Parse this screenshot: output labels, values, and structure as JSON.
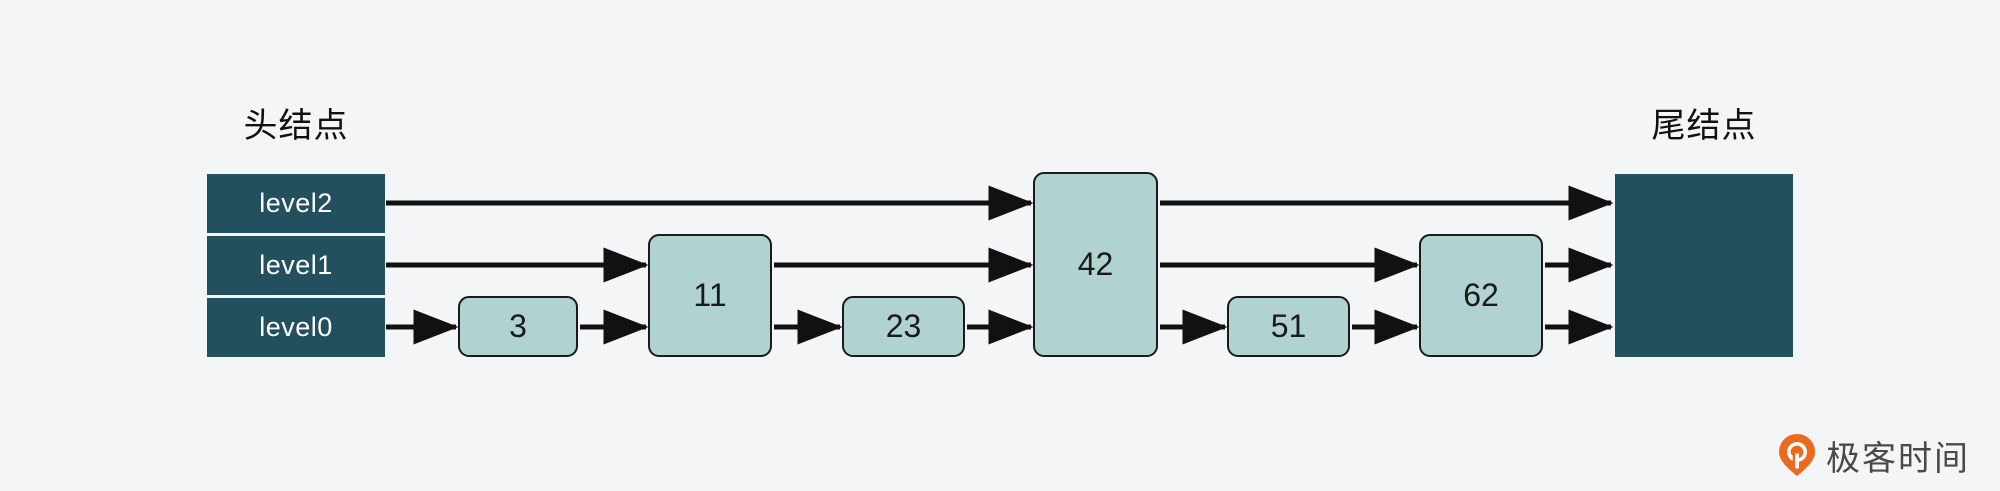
{
  "diagram": {
    "title_head": "头结点",
    "title_tail": "尾结点",
    "head_levels": [
      {
        "label": "level2"
      },
      {
        "label": "level1"
      },
      {
        "label": "level0"
      }
    ],
    "nodes": [
      {
        "value": "3",
        "levels": 1
      },
      {
        "value": "11",
        "levels": 2
      },
      {
        "value": "23",
        "levels": 1
      },
      {
        "value": "42",
        "levels": 3
      },
      {
        "value": "51",
        "levels": 1
      },
      {
        "value": "62",
        "levels": 2
      }
    ],
    "chains": {
      "level2": [
        "头结点",
        "42",
        "尾结点"
      ],
      "level1": [
        "头结点",
        "11",
        "42",
        "62",
        "尾结点"
      ],
      "level0": [
        "头结点",
        "3",
        "11",
        "23",
        "42",
        "51",
        "62",
        "尾结点"
      ]
    }
  },
  "colors": {
    "background": "#f4f5f7",
    "node_fill": "#b0d3d2",
    "node_stroke": "#1a1a1a",
    "terminal_fill": "#23505f",
    "terminal_text": "#ffffff",
    "arrow": "#111111",
    "logo_mark": "#ec6a1e",
    "logo_text": "#4a4a4a"
  },
  "branding": {
    "logo_text": "极客时间",
    "logo_mark_name": "geektime-pin-icon"
  }
}
